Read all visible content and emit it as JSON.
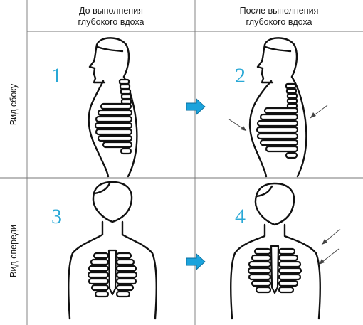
{
  "header": {
    "col_before": [
      "До выполнения",
      "глубокого вдоха"
    ],
    "col_after": [
      "После выполнения",
      "глубокого вдоха"
    ]
  },
  "rows": {
    "side": "Вид сбоку",
    "front": "Вид спереди"
  },
  "panels": [
    "1",
    "2",
    "3",
    "4"
  ],
  "colors": {
    "number": "#29a8d6",
    "arrow_fill": "#1ba3dc",
    "arrow_stroke": "#0a6e9c",
    "grid": "#777777"
  },
  "icons": {
    "transition": "arrow-right-icon"
  }
}
